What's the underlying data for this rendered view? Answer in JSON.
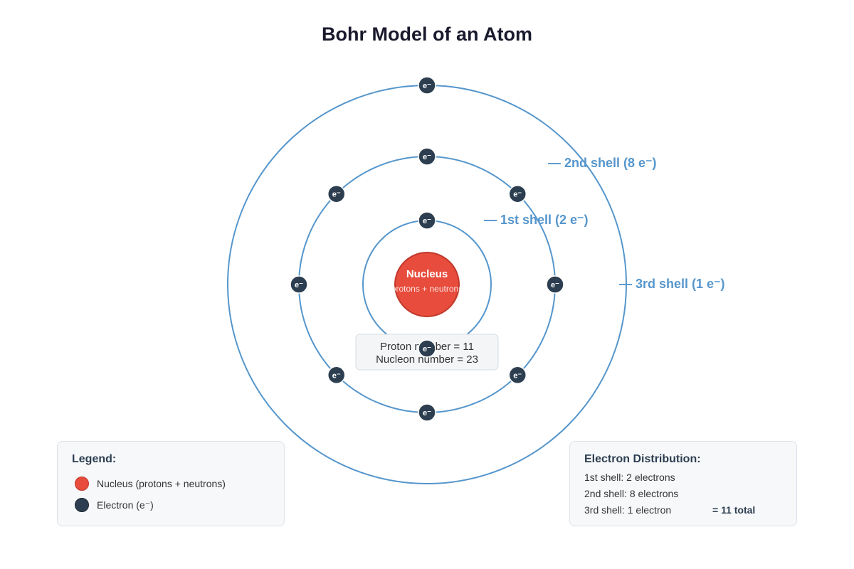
{
  "title": "Bohr Model of an Atom",
  "colors": {
    "nucleus_fill": "#e74c3c",
    "nucleus_stroke": "#c0392b",
    "electron_fill": "#2c3e50",
    "shell_stroke": "#5596cc",
    "label_color": "#5596cc"
  },
  "nucleus": {
    "label": "Nucleus",
    "sublabel": "protons + neutrons"
  },
  "info_box": {
    "proton_line": "Proton number = 11",
    "nucleon_line": "Nucleon number = 23"
  },
  "electron_symbol": "e⁻",
  "shells": [
    {
      "label": "— 1st shell (2 e⁻)",
      "electrons": 2
    },
    {
      "label": "— 2nd shell (8 e⁻)",
      "electrons": 8
    },
    {
      "label": "— 3rd shell (1 e⁻)",
      "electrons": 1
    }
  ],
  "legend": {
    "title": "Legend:",
    "items": [
      {
        "label": "Nucleus (protons + neutrons)",
        "icon": "nucleus-dot"
      },
      {
        "label": "Electron (e⁻)",
        "icon": "electron-dot"
      }
    ]
  },
  "distribution": {
    "title": "Electron Distribution:",
    "lines": [
      "1st shell: 2 electrons",
      "2nd shell: 8 electrons",
      "3rd shell: 1 electron"
    ],
    "total": "= 11 total"
  }
}
